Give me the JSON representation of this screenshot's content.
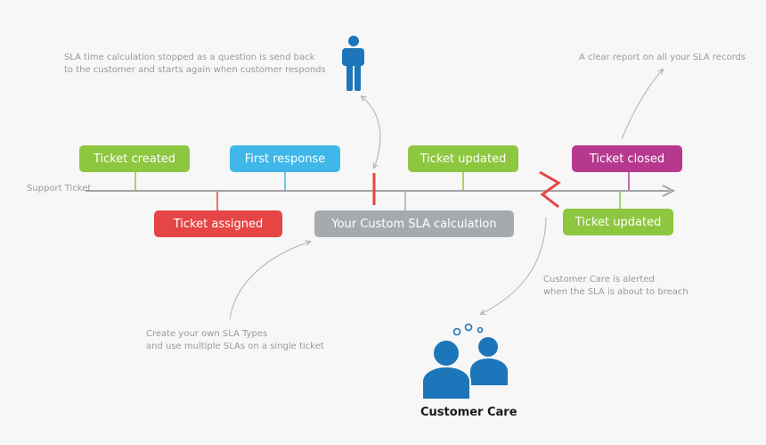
{
  "timeline": {
    "label": "Support Ticket"
  },
  "events": {
    "ticket_created": "Ticket created",
    "first_response": "First response",
    "ticket_updated_top": "Ticket updated",
    "ticket_closed": "Ticket closed",
    "ticket_assigned": "Ticket assigned",
    "custom_sla": "Your Custom SLA calculation",
    "ticket_updated_bottom": "Ticket updated"
  },
  "notes": {
    "sla_stopped": [
      "SLA time calculation stopped as a question is send back",
      "to the customer and starts again when customer responds"
    ],
    "clear_report": [
      "A clear report on all your SLA records"
    ],
    "alerted": [
      "Customer Care is alerted",
      "when the SLA is about to breach"
    ],
    "create_types": [
      "Create your own SLA Types",
      "and use multiple SLAs on a single ticket"
    ]
  },
  "customer_care": {
    "label": "Customer Care"
  },
  "colors": {
    "green": "#8dc63f",
    "blue": "#3fb7e8",
    "red": "#e64545",
    "magenta": "#b7398f",
    "gray": "#a7aaad",
    "person_blue": "#1d76b9",
    "axis": "#a3a3a3",
    "note_text": "#9a9a9a"
  },
  "icons": {
    "person": "person-icon",
    "customer_care": "customer-care-icon",
    "thought_bubbles": "thought-bubbles-icon",
    "breach_marker": "breach-zigzag-icon",
    "pause_marker": "pause-marker-icon"
  }
}
